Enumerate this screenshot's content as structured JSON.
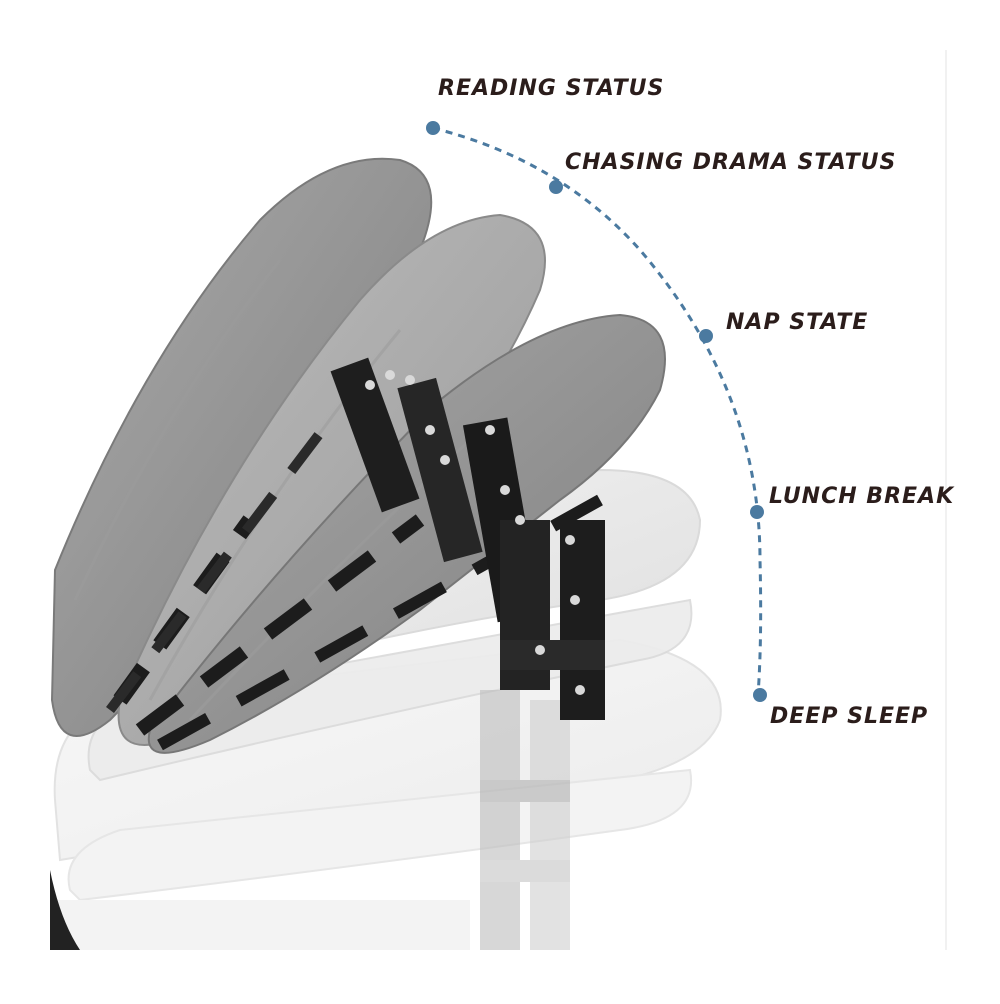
{
  "states": [
    {
      "id": "reading",
      "label": "READING STATUS"
    },
    {
      "id": "drama",
      "label": "CHASING DRAMA STATUS"
    },
    {
      "id": "nap",
      "label": "NAP STATE"
    },
    {
      "id": "lunch",
      "label": "LUNCH BREAK"
    },
    {
      "id": "deep",
      "label": "DEEP SLEEP"
    }
  ],
  "colors": {
    "arc": "#4b7aa0",
    "text": "#2b1d1b",
    "fabric_dark": "#8f8f8f",
    "fabric_light": "#e4e4e4",
    "frame": "#1c1c1c"
  }
}
